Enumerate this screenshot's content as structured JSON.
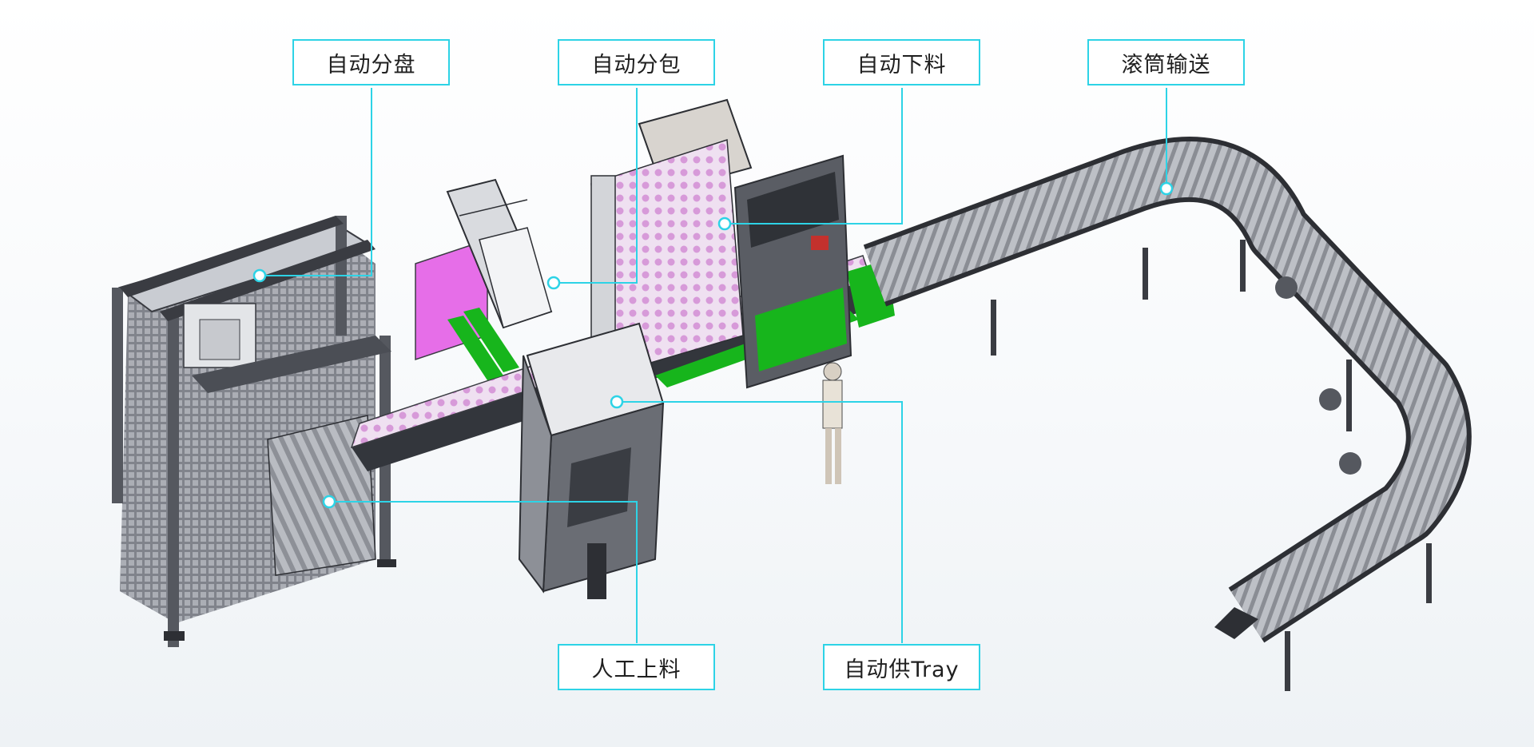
{
  "diagram": {
    "accent_color": "#2dd3e6",
    "labels": {
      "auto_split_tray": "自动分盘",
      "auto_split_pack": "自动分包",
      "auto_unload": "自动下料",
      "roller_conveyor": "滚筒输送",
      "manual_load": "人工上料",
      "auto_supply_tray": "自动供Tray"
    }
  }
}
